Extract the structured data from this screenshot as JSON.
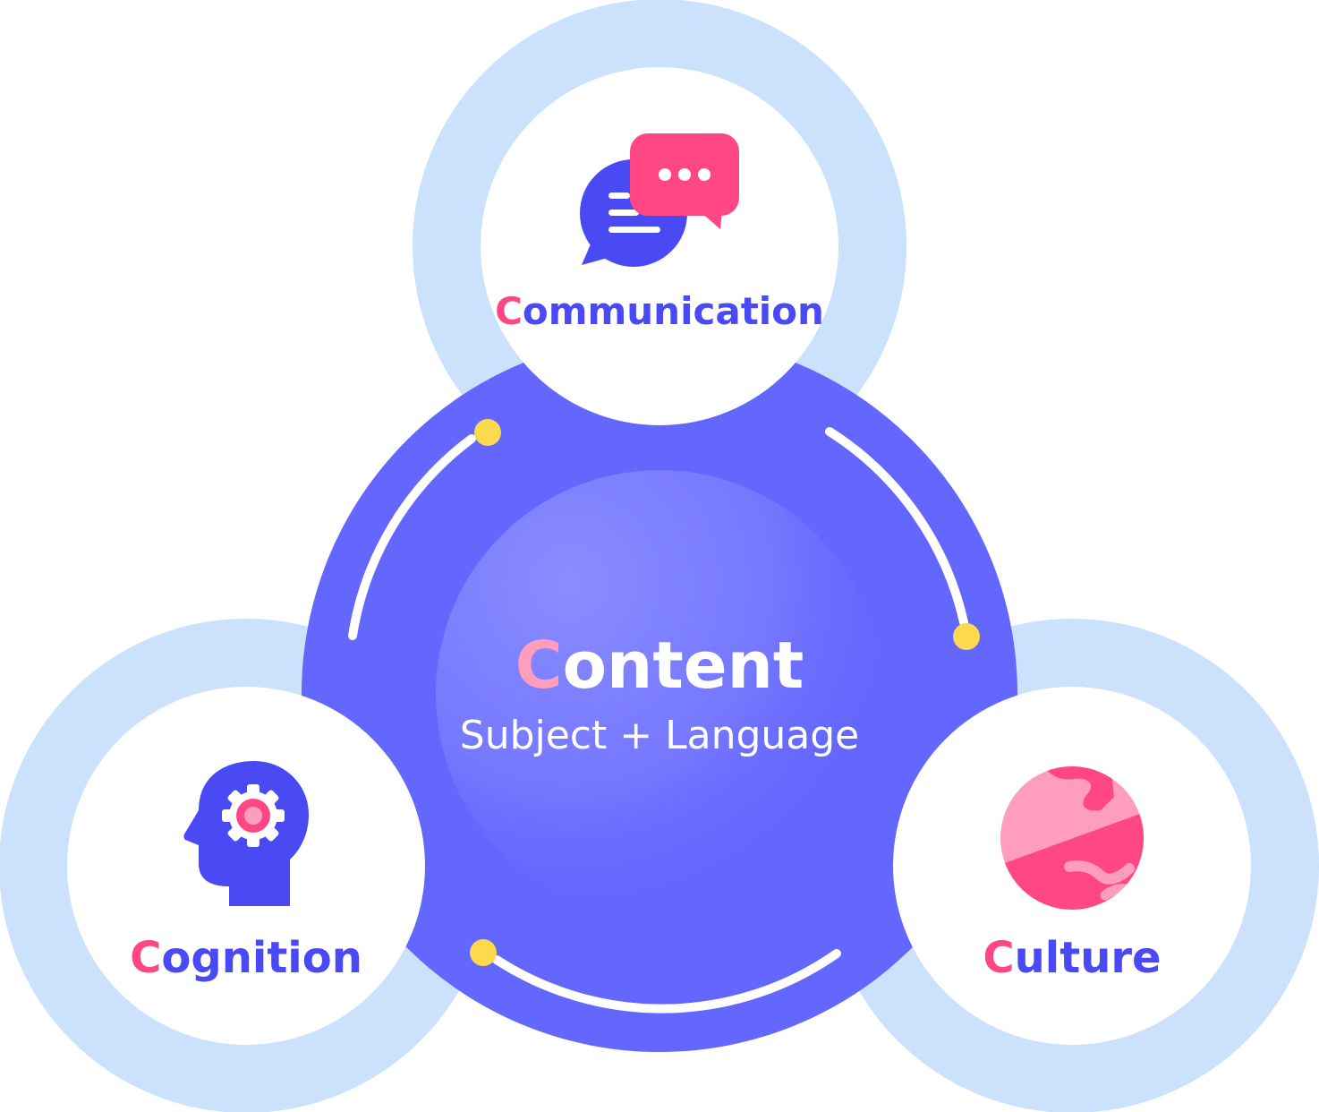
{
  "colors": {
    "background": "#ffffff",
    "outer_ring": "#cbe1fc",
    "core": "#6467fd",
    "core_glow": "#8a8dff",
    "brand_blue": "#4a4af4",
    "brand_pink": "#ff4785",
    "light_pink": "#ff9dbd",
    "dot_yellow": "#fcd94d",
    "white": "#ffffff"
  },
  "center": {
    "initial": "C",
    "rest": "ontent",
    "subtitle": "Subject + Language"
  },
  "nodes": [
    {
      "id": "communication",
      "initial": "C",
      "rest": "ommunication",
      "icon": "speech-bubbles-icon"
    },
    {
      "id": "cognition",
      "initial": "C",
      "rest": "ognition",
      "icon": "head-gear-icon"
    },
    {
      "id": "culture",
      "initial": "C",
      "rest": "ulture",
      "icon": "globe-icon"
    }
  ]
}
